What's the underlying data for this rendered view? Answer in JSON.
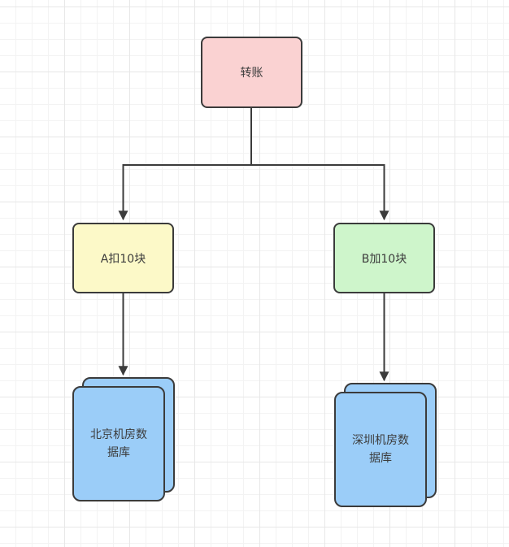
{
  "canvas": {
    "background": "#FFFFFF",
    "grid_minor_color": "#F3F3F3",
    "grid_major_color": "#E7E7E7"
  },
  "diagram": {
    "stroke_color": "#3B3B3B",
    "text_color": "#3C3C3C",
    "nodes": {
      "transfer": {
        "label": "转账",
        "fill": "#FAD2D2",
        "shape": "rounded-rectangle"
      },
      "deduct_a": {
        "label": "A扣10块",
        "fill": "#FCF9C8",
        "shape": "rounded-rectangle"
      },
      "add_b": {
        "label": "B加10块",
        "fill": "#CEF5CB",
        "shape": "rounded-rectangle"
      },
      "beijing_db": {
        "label": "北京机房数据库",
        "fill": "#9BCDF8",
        "shape": "stacked-cards"
      },
      "shenzhen_db": {
        "label": "深圳机房数据库",
        "fill": "#9BCDF8",
        "shape": "stacked-cards"
      }
    },
    "edges": [
      {
        "from": "转账",
        "to": "A扣10块",
        "arrow": "end"
      },
      {
        "from": "转账",
        "to": "B加10块",
        "arrow": "end"
      },
      {
        "from": "A扣10块",
        "to": "北京机房数据库",
        "arrow": "end"
      },
      {
        "from": "B加10块",
        "to": "深圳机房数据库",
        "arrow": "end"
      }
    ]
  }
}
